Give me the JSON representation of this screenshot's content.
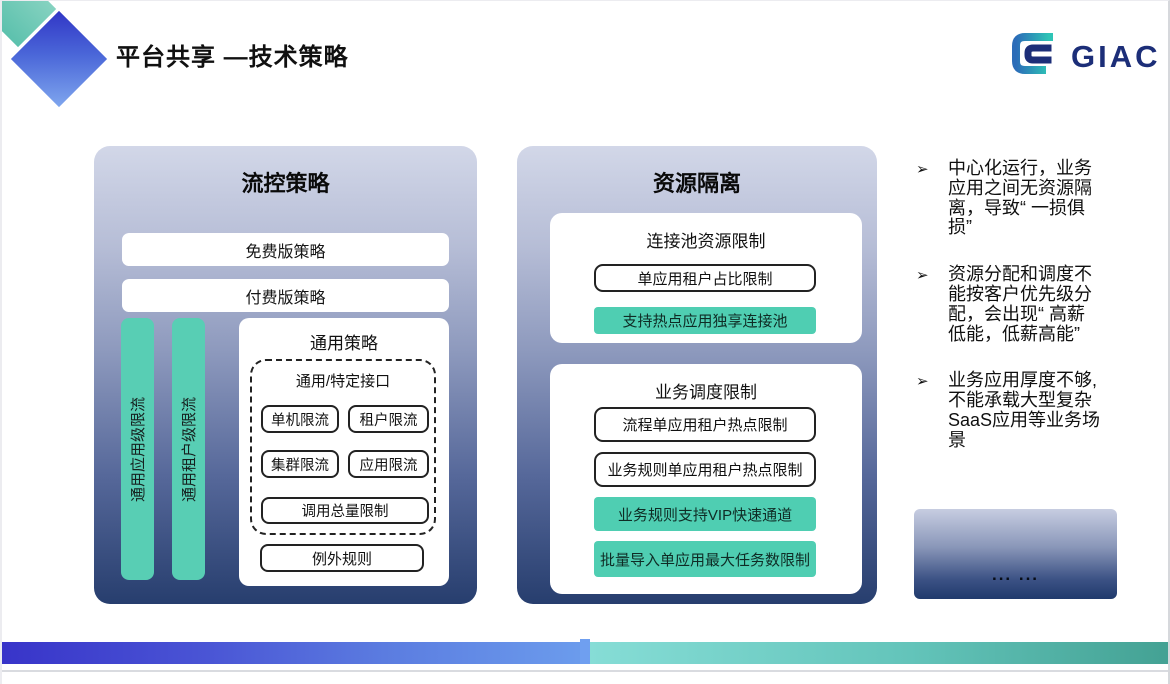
{
  "header": {
    "title": "平台共享 —技术策略",
    "logo_text": "GIAC"
  },
  "colors": {
    "teal_accent": "#58ceb4",
    "panel_gradient_top": "#d2d7e8",
    "panel_gradient_bottom": "#273e6e",
    "footer_blue_start": "#3834c9",
    "footer_blue_end": "#6c9ded",
    "footer_teal_start": "#86ddd6",
    "footer_teal_end": "#43a193",
    "logo_navy": "#1c2e78"
  },
  "flow_panel": {
    "title": "流控策略",
    "box_free": "免费版策略",
    "box_paid": "付费版策略",
    "vbar_app": "通用应用级限流",
    "vbar_tenant": "通用租户级限流",
    "general_card": {
      "title": "通用策略",
      "interface_group": {
        "title": "通用/特定接口",
        "items": [
          "单机限流",
          "租户限流",
          "集群限流",
          "应用限流"
        ],
        "total_limit": "调用总量限制"
      },
      "exception": "例外规则"
    }
  },
  "isolation_panel": {
    "title": "资源隔离",
    "pool_card": {
      "title": "连接池资源限制",
      "outlined": "单应用租户占比限制",
      "teal": "支持热点应用独享连接池"
    },
    "schedule_card": {
      "title": "业务调度限制",
      "outlined1": "流程单应用租户热点限制",
      "outlined2": "业务规则单应用租户热点限制",
      "teal1": "业务规则支持VIP快速通道",
      "teal2": "批量导入单应用最大任务数限制"
    }
  },
  "notes": {
    "marker": "➢",
    "bullets": [
      [
        "中心化运行，业务",
        "应用之间无资源隔",
        "离，导致“ 一损俱",
        "损”"
      ],
      [
        "资源分配和调度不",
        "能按客户优先级分",
        "配，会出现“ 高薪",
        "低能，低薪高能”"
      ],
      [
        "业务应用厚度不够,",
        "不能承载大型复杂",
        "SaaS应用等业务场",
        "景"
      ]
    ],
    "more_box": "... ..."
  }
}
